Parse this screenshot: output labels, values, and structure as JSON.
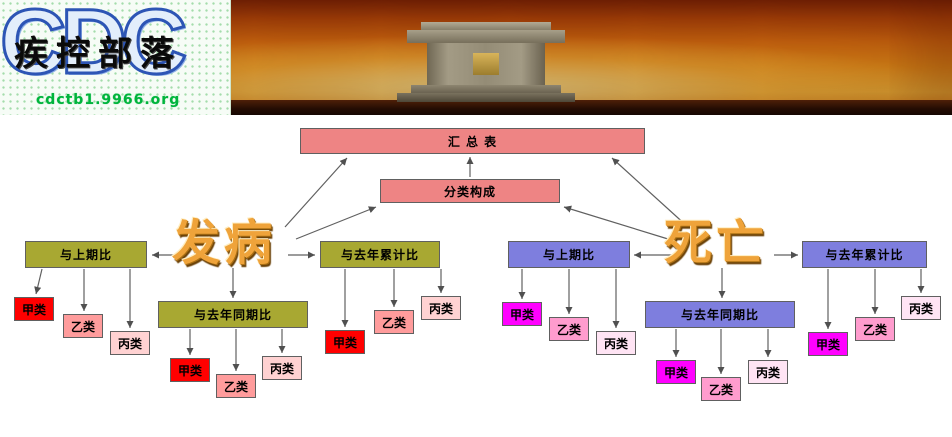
{
  "header": {
    "logo_acronym": "CDC",
    "logo_title": "疾控部落",
    "site_url": "cdctb1.9966.org"
  },
  "diagram": {
    "summary": "汇 总 表",
    "composition": "分类构成",
    "left": {
      "title": "发病",
      "vs_prev": "与上期比",
      "vs_cum": "与去年累计比",
      "vs_same": "与去年同期比",
      "class_a": "甲类",
      "class_b": "乙类",
      "class_c": "丙类"
    },
    "right": {
      "title": "死亡",
      "vs_prev": "与上期比",
      "vs_cum": "与去年累计比",
      "vs_same": "与去年同期比",
      "class_a": "甲类",
      "class_b": "乙类",
      "class_c": "丙类"
    },
    "structure": {
      "汇 总 表": [
        "分类构成",
        "发病",
        "死亡"
      ],
      "分类构成": [
        "发病",
        "死亡"
      ],
      "发病": [
        "与上期比",
        "与去年累计比",
        "与去年同期比"
      ],
      "死亡": [
        "与上期比",
        "与去年累计比",
        "与去年同期比"
      ],
      "每个比较项": [
        "甲类",
        "乙类",
        "丙类"
      ]
    }
  },
  "colors": {
    "summary_box": "#EE8484",
    "incidence_boxes": "#A8A832",
    "death_boxes": "#7E7EDE",
    "incidence_class_a": "#FF0000",
    "incidence_class_b": "#FF9C9C",
    "incidence_class_c": "#FFD2D2",
    "death_class_a": "#FF00FF",
    "death_class_b": "#FF9CCE",
    "death_class_c": "#FFE4F4",
    "wordart_titles": "#EFA33A",
    "site_url_green": "#00B43C"
  }
}
